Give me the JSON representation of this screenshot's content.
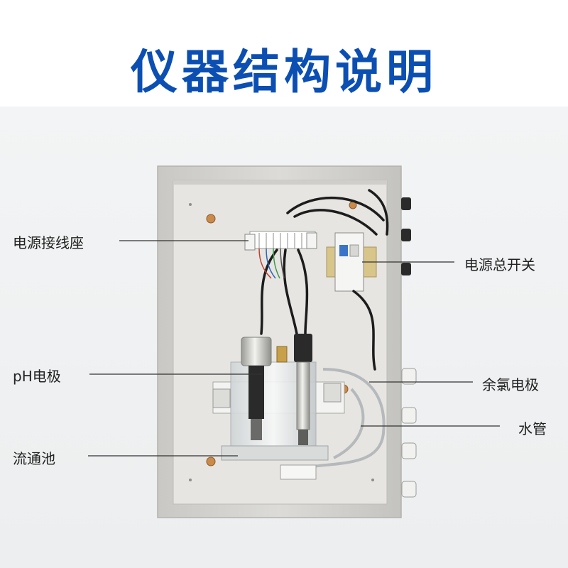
{
  "title": "仪器结构说明",
  "labels": {
    "power_terminal": "电源接线座",
    "main_switch": "电源总开关",
    "ph_electrode": "pH电极",
    "chlorine_electrode": "余氯电极",
    "flow_cell": "流通池",
    "water_pipe": "水管"
  },
  "colors": {
    "title": "#0c4fb3",
    "cabinet": "#d6d5d2",
    "back_panel": "#e4e3e0",
    "cable": "#1c1c1c",
    "leader_line": "#333333"
  }
}
